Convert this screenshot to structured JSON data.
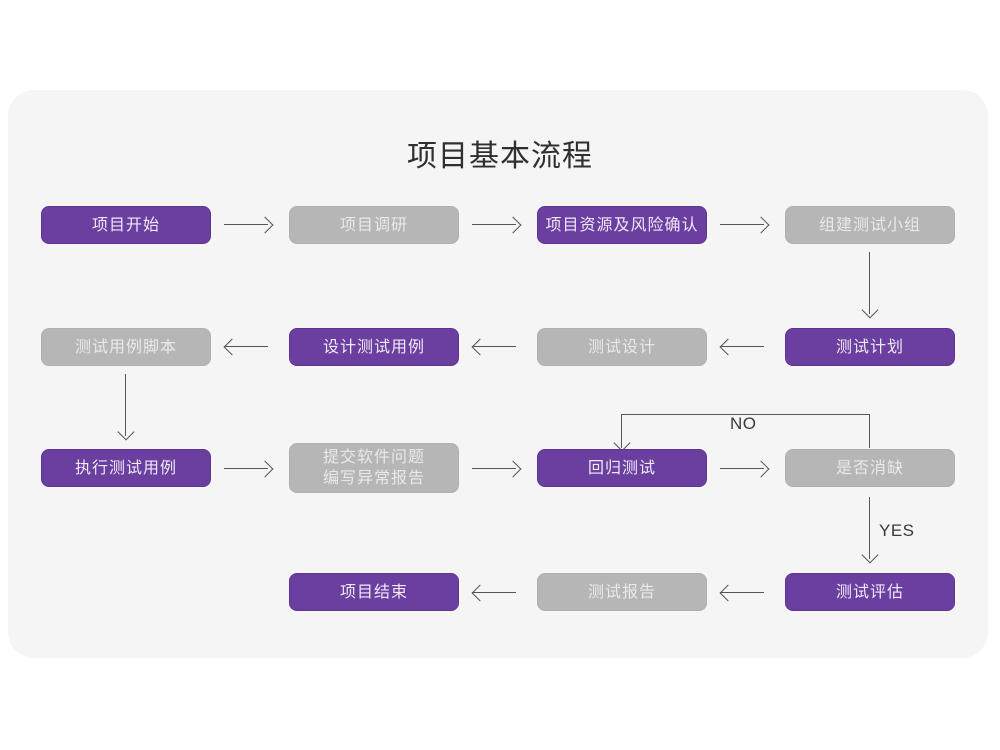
{
  "page": {
    "background": "#ffffff",
    "card_background": "#f5f5f5"
  },
  "colors": {
    "accent_purple": "#6b3fa0",
    "muted_gray": "#b6b6b6",
    "connector": "#55555a",
    "title_text": "#2f2f2f"
  },
  "chart_title": "项目基本流程",
  "chart_data": {
    "type": "diagram",
    "title": "项目基本流程",
    "nodes": [
      {
        "id": "n1",
        "label": "项目开始",
        "style": "purple",
        "row": 1,
        "col": 1
      },
      {
        "id": "n2",
        "label": "项目调研",
        "style": "gray",
        "row": 1,
        "col": 2
      },
      {
        "id": "n3",
        "label": "项目资源及风险确认",
        "style": "purple",
        "row": 1,
        "col": 3
      },
      {
        "id": "n4",
        "label": "组建测试小组",
        "style": "gray",
        "row": 1,
        "col": 4
      },
      {
        "id": "n5",
        "label": "测试用例脚本",
        "style": "gray",
        "row": 2,
        "col": 1
      },
      {
        "id": "n6",
        "label": "设计测试用例",
        "style": "purple",
        "row": 2,
        "col": 2
      },
      {
        "id": "n7",
        "label": "测试设计",
        "style": "gray",
        "row": 2,
        "col": 3
      },
      {
        "id": "n8",
        "label": "测试计划",
        "style": "purple",
        "row": 2,
        "col": 4
      },
      {
        "id": "n9",
        "label": "执行测试用例",
        "style": "purple",
        "row": 3,
        "col": 1
      },
      {
        "id": "n10",
        "label": "提交软件问题\n编写异常报告",
        "style": "gray",
        "row": 3,
        "col": 2
      },
      {
        "id": "n11",
        "label": "回归测试",
        "style": "purple",
        "row": 3,
        "col": 3
      },
      {
        "id": "n12",
        "label": "是否消缺",
        "style": "gray",
        "row": 3,
        "col": 4
      },
      {
        "id": "n13",
        "label": "项目结束",
        "style": "purple",
        "row": 4,
        "col": 2
      },
      {
        "id": "n14",
        "label": "测试报告",
        "style": "gray",
        "row": 4,
        "col": 3
      },
      {
        "id": "n15",
        "label": "测试评估",
        "style": "purple",
        "row": 4,
        "col": 4
      }
    ],
    "edges": [
      {
        "from": "n1",
        "to": "n2",
        "direction": "right",
        "label": ""
      },
      {
        "from": "n2",
        "to": "n3",
        "direction": "right",
        "label": ""
      },
      {
        "from": "n3",
        "to": "n4",
        "direction": "right",
        "label": ""
      },
      {
        "from": "n4",
        "to": "n8",
        "direction": "down",
        "label": ""
      },
      {
        "from": "n8",
        "to": "n7",
        "direction": "left",
        "label": ""
      },
      {
        "from": "n7",
        "to": "n6",
        "direction": "left",
        "label": ""
      },
      {
        "from": "n6",
        "to": "n5",
        "direction": "left",
        "label": ""
      },
      {
        "from": "n5",
        "to": "n9",
        "direction": "down",
        "label": ""
      },
      {
        "from": "n9",
        "to": "n10",
        "direction": "right",
        "label": ""
      },
      {
        "from": "n10",
        "to": "n11",
        "direction": "right",
        "label": ""
      },
      {
        "from": "n11",
        "to": "n12",
        "direction": "right",
        "label": ""
      },
      {
        "from": "n12",
        "to": "n11",
        "direction": "loop-up-left",
        "label": "NO"
      },
      {
        "from": "n12",
        "to": "n15",
        "direction": "down",
        "label": "YES"
      },
      {
        "from": "n15",
        "to": "n14",
        "direction": "left",
        "label": ""
      },
      {
        "from": "n14",
        "to": "n13",
        "direction": "left",
        "label": ""
      }
    ],
    "edge_labels": {
      "no": "NO",
      "yes": "YES"
    }
  }
}
